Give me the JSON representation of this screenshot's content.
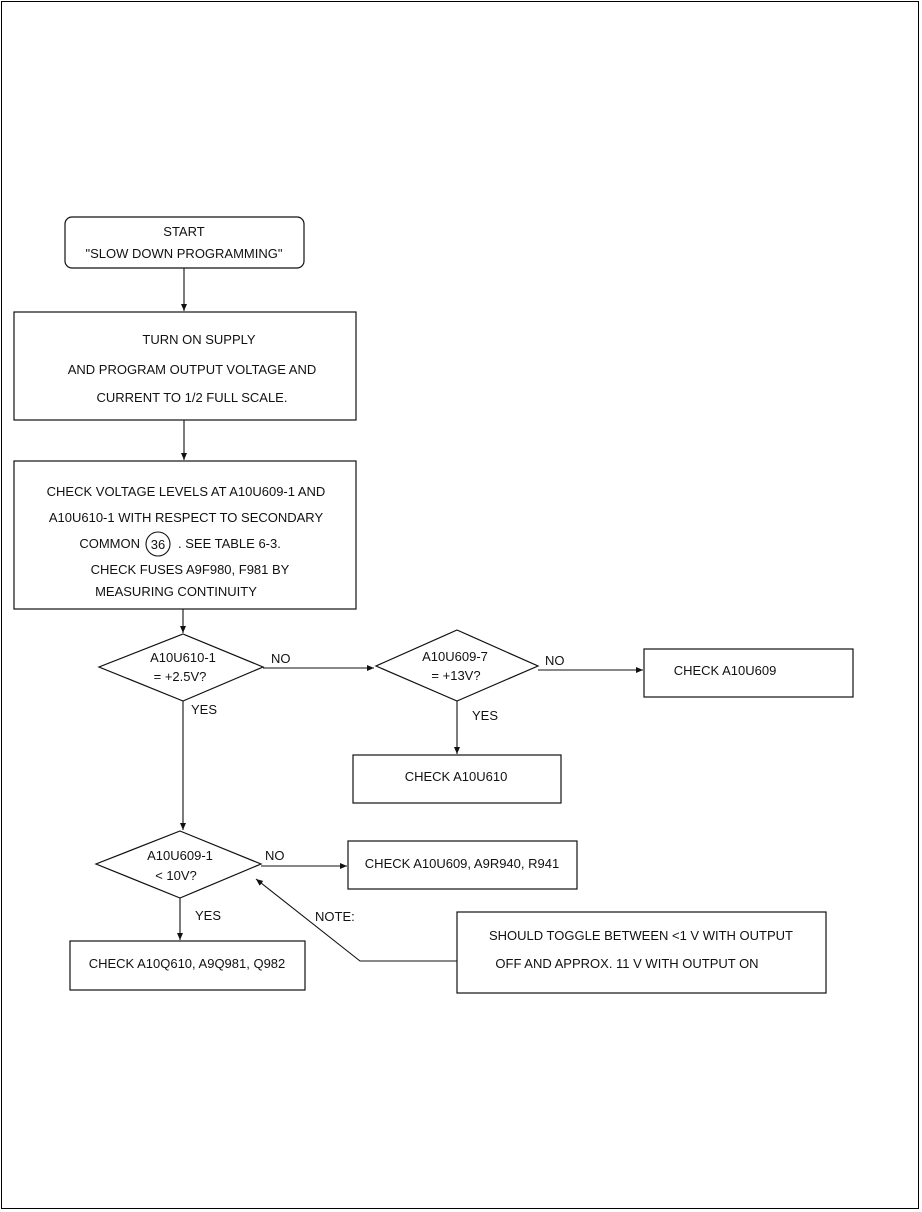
{
  "flowchart": {
    "start": {
      "line1": "START",
      "line2": "\"SLOW DOWN PROGRAMMING\""
    },
    "turn_on": {
      "line1": "TURN ON SUPPLY",
      "line2": "AND PROGRAM OUTPUT VOLTAGE AND",
      "line3": "CURRENT TO 1/2 FULL SCALE."
    },
    "check_levels": {
      "line1": "CHECK VOLTAGE LEVELS AT A10U609-1 AND",
      "line2": "A10U610-1 WITH RESPECT TO SECONDARY",
      "line3_pre": "COMMON",
      "circled_ref": "36",
      "line3_post": ". SEE TABLE 6-3.",
      "line4": "CHECK FUSES A9F980, F981 BY",
      "line5": "MEASURING CONTINUITY"
    },
    "decision1": {
      "line1": "A10U610-1",
      "line2": "= +2.5V?"
    },
    "decision2": {
      "line1": "A10U609-7",
      "line2": "= +13V?"
    },
    "check_u609": "CHECK A10U609",
    "check_u610": "CHECK A10U610",
    "decision3": {
      "line1": "A10U609-1",
      "line2": "< 10V?"
    },
    "check_u609_r940": "CHECK A10U609, A9R940, R941",
    "check_q610": "CHECK A10Q610, A9Q981, Q982",
    "note_label": "NOTE:",
    "note": {
      "line1": "SHOULD TOGGLE BETWEEN  <1 V WITH OUTPUT",
      "line2": "OFF AND APPROX. 11 V WITH OUTPUT ON"
    },
    "labels": {
      "no": "NO",
      "yes": "YES"
    }
  }
}
